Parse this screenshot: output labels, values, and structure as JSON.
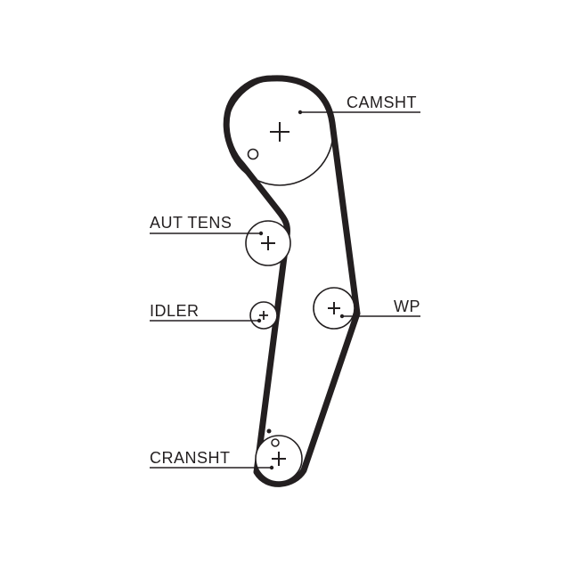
{
  "colors": {
    "belt": "#231f20",
    "pulley": "#231f20",
    "leader": "#231f20",
    "text": "#231f20",
    "background": "#ffffff"
  },
  "labels": {
    "camshaft": "CAMSHT",
    "tensioner": "AUT TENS",
    "idler": "IDLER",
    "water_pump": "WP",
    "crankshaft": "CRANSHT"
  }
}
